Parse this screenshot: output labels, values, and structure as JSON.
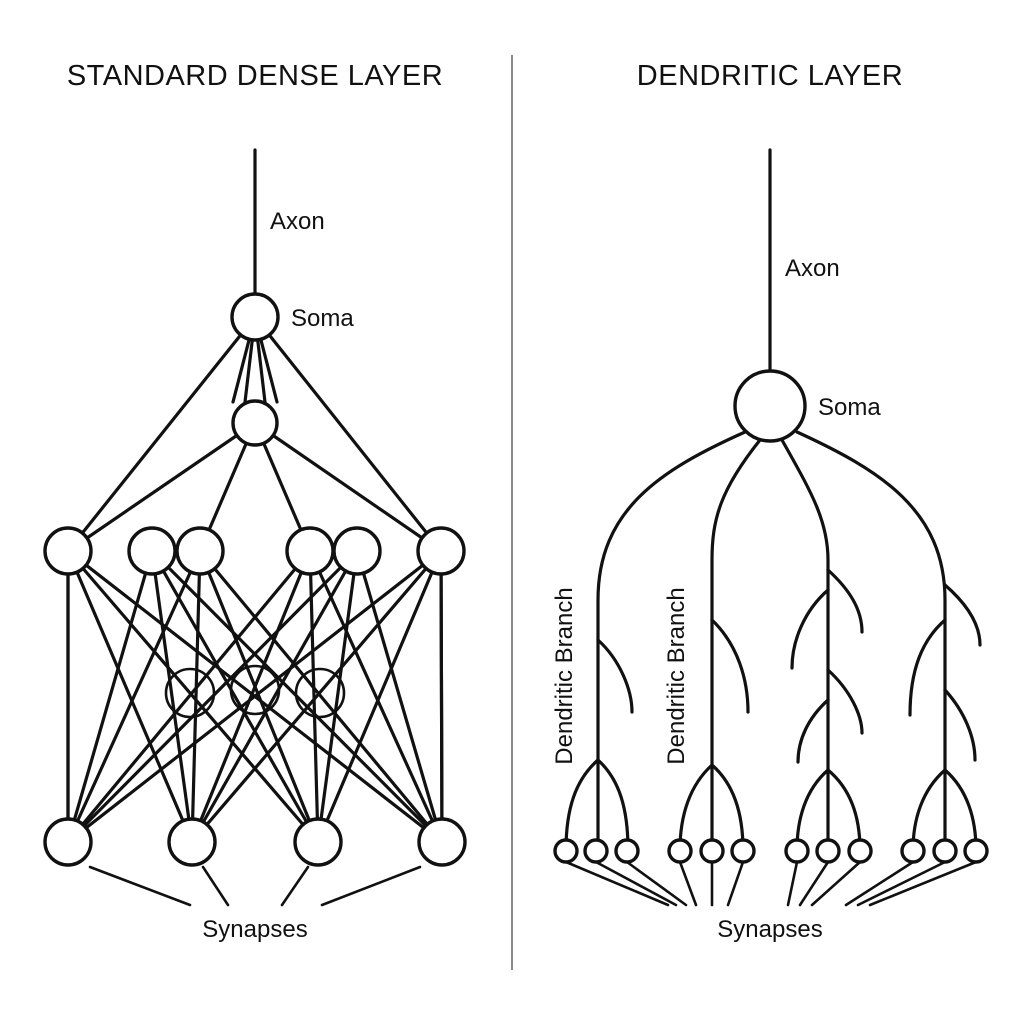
{
  "left_panel": {
    "title": "STANDARD DENSE LAYER",
    "axon_label": "Axon",
    "soma_label": "Soma",
    "synapses_label": "Synapses"
  },
  "right_panel": {
    "title": "DENDRITIC LAYER",
    "axon_label": "Axon",
    "soma_label": "Soma",
    "branch_label_1": "Dendritic Branch",
    "branch_label_2": "Dendritic Branch",
    "synapses_label": "Synapses"
  },
  "colors": {
    "ink": "#111111",
    "divider": "#8a8a8a",
    "background": "#ffffff"
  }
}
